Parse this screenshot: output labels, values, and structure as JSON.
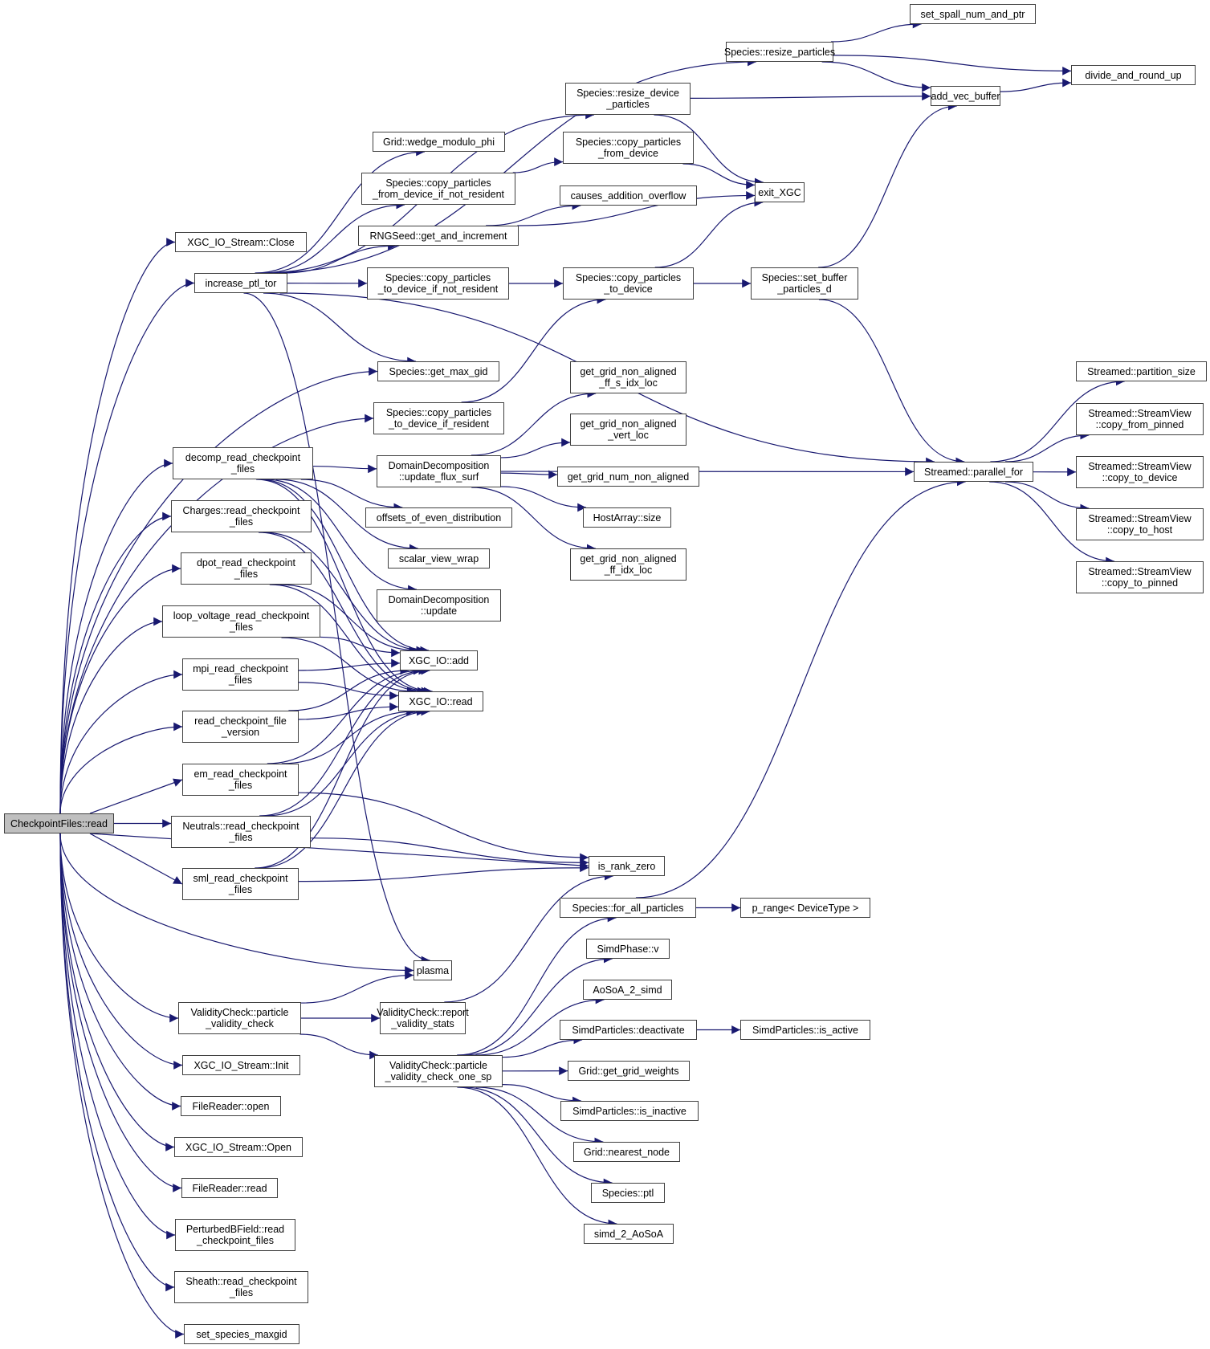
{
  "title": "CheckpointFiles::read call graph",
  "edge_color": "#191970",
  "root_fill": "#bfbfbf",
  "nodes": {
    "root": {
      "lines": [
        "CheckpointFiles::read"
      ],
      "root": true
    },
    "xgc_close": {
      "lines": [
        "XGC_IO_Stream::Close"
      ]
    },
    "increase_ptl_tor": {
      "lines": [
        "increase_ptl_tor"
      ]
    },
    "set_spall": {
      "lines": [
        "set_spall_num_and_ptr"
      ]
    },
    "resize_particles": {
      "lines": [
        "Species::resize_particles"
      ]
    },
    "divide_round": {
      "lines": [
        "divide_and_round_up"
      ]
    },
    "resize_device": {
      "lines": [
        "Species::resize_device",
        "_particles"
      ]
    },
    "add_vec_buffer": {
      "lines": [
        "add_vec_buffer"
      ]
    },
    "wedge_modulo": {
      "lines": [
        "Grid::wedge_modulo_phi"
      ]
    },
    "cp_from_dev_inr": {
      "lines": [
        "Species::copy_particles",
        "_from_device_if_not_resident"
      ]
    },
    "cp_from_dev": {
      "lines": [
        "Species::copy_particles",
        "_from_device"
      ]
    },
    "exit_xgc": {
      "lines": [
        "exit_XGC"
      ]
    },
    "causes_overflow": {
      "lines": [
        "causes_addition_overflow"
      ]
    },
    "rng_seed": {
      "lines": [
        "RNGSeed::get_and_increment"
      ]
    },
    "cp_to_dev_inr": {
      "lines": [
        "Species::copy_particles",
        "_to_device_if_not_resident"
      ]
    },
    "cp_to_dev": {
      "lines": [
        "Species::copy_particles",
        "_to_device"
      ]
    },
    "set_buffer": {
      "lines": [
        "Species::set_buffer",
        "_particles_d"
      ]
    },
    "get_max_gid": {
      "lines": [
        "Species::get_max_gid"
      ]
    },
    "cp_to_dev_ir": {
      "lines": [
        "Species::copy_particles",
        "_to_device_if_resident"
      ]
    },
    "partition_size": {
      "lines": [
        "Streamed::partition_size"
      ]
    },
    "sv_from_pinned": {
      "lines": [
        "Streamed::StreamView",
        "::copy_from_pinned"
      ]
    },
    "parallel_for": {
      "lines": [
        "Streamed::parallel_for"
      ]
    },
    "sv_to_device": {
      "lines": [
        "Streamed::StreamView",
        "::copy_to_device"
      ]
    },
    "sv_to_host": {
      "lines": [
        "Streamed::StreamView",
        "::copy_to_host"
      ]
    },
    "sv_to_pinned": {
      "lines": [
        "Streamed::StreamView",
        "::copy_to_pinned"
      ]
    },
    "gna_ff_s": {
      "lines": [
        "get_grid_non_aligned",
        "_ff_s_idx_loc"
      ]
    },
    "gna_vert": {
      "lines": [
        "get_grid_non_aligned",
        "_vert_loc"
      ]
    },
    "decomp_read": {
      "lines": [
        "decomp_read_checkpoint",
        "_files"
      ]
    },
    "dd_update_flux": {
      "lines": [
        "DomainDecomposition",
        "::update_flux_surf"
      ]
    },
    "grid_num_na": {
      "lines": [
        "get_grid_num_non_aligned"
      ]
    },
    "charges_read": {
      "lines": [
        "Charges::read_checkpoint",
        "_files"
      ]
    },
    "offsets_even": {
      "lines": [
        "offsets_of_even_distribution"
      ]
    },
    "host_size": {
      "lines": [
        "HostArray::size"
      ]
    },
    "scalar_view": {
      "lines": [
        "scalar_view_wrap"
      ]
    },
    "gna_ff_idx": {
      "lines": [
        "get_grid_non_aligned",
        "_ff_idx_loc"
      ]
    },
    "dpot_read": {
      "lines": [
        "dpot_read_checkpoint",
        "_files"
      ]
    },
    "dd_update": {
      "lines": [
        "DomainDecomposition",
        "::update"
      ]
    },
    "loop_voltage": {
      "lines": [
        "loop_voltage_read_checkpoint",
        "_files"
      ]
    },
    "xgc_add": {
      "lines": [
        "XGC_IO::add"
      ]
    },
    "mpi_read": {
      "lines": [
        "mpi_read_checkpoint",
        "_files"
      ]
    },
    "xgc_read": {
      "lines": [
        "XGC_IO::read"
      ]
    },
    "read_version": {
      "lines": [
        "read_checkpoint_file",
        "_version"
      ]
    },
    "em_read": {
      "lines": [
        "em_read_checkpoint",
        "_files"
      ]
    },
    "neutrals_read": {
      "lines": [
        "Neutrals::read_checkpoint",
        "_files"
      ]
    },
    "is_rank_zero": {
      "lines": [
        "is_rank_zero"
      ]
    },
    "sml_read": {
      "lines": [
        "sml_read_checkpoint",
        "_files"
      ]
    },
    "for_all_particles": {
      "lines": [
        "Species::for_all_particles"
      ]
    },
    "p_range": {
      "lines": [
        "p_range< DeviceType >"
      ]
    },
    "simdphase_v": {
      "lines": [
        "SimdPhase::v"
      ]
    },
    "plasma": {
      "lines": [
        "plasma"
      ]
    },
    "aosoa_2_simd": {
      "lines": [
        "AoSoA_2_simd"
      ]
    },
    "vc_particle": {
      "lines": [
        "ValidityCheck::particle",
        "_validity_check"
      ]
    },
    "vc_report": {
      "lines": [
        "ValidityCheck::report",
        "_validity_stats"
      ]
    },
    "simd_deactivate": {
      "lines": [
        "SimdParticles::deactivate"
      ]
    },
    "simd_is_active": {
      "lines": [
        "SimdParticles::is_active"
      ]
    },
    "xgc_init": {
      "lines": [
        "XGC_IO_Stream::Init"
      ]
    },
    "vc_one_sp": {
      "lines": [
        "ValidityCheck::particle",
        "_validity_check_one_sp"
      ]
    },
    "grid_weights": {
      "lines": [
        "Grid::get_grid_weights"
      ]
    },
    "file_open": {
      "lines": [
        "FileReader::open"
      ]
    },
    "simd_is_inactive": {
      "lines": [
        "SimdParticles::is_inactive"
      ]
    },
    "xgc_open": {
      "lines": [
        "XGC_IO_Stream::Open"
      ]
    },
    "nearest_node": {
      "lines": [
        "Grid::nearest_node"
      ]
    },
    "file_read": {
      "lines": [
        "FileReader::read"
      ]
    },
    "species_ptl": {
      "lines": [
        "Species::ptl"
      ]
    },
    "perturbed_read": {
      "lines": [
        "PerturbedBField::read",
        "_checkpoint_files"
      ]
    },
    "simd_2_aosoa": {
      "lines": [
        "simd_2_AoSoA"
      ]
    },
    "sheath_read": {
      "lines": [
        "Sheath::read_checkpoint",
        "_files"
      ]
    },
    "set_maxgid": {
      "lines": [
        "set_species_maxgid"
      ]
    }
  },
  "edges": [
    [
      "root",
      "xgc_close"
    ],
    [
      "root",
      "increase_ptl_tor"
    ],
    [
      "root",
      "get_max_gid"
    ],
    [
      "root",
      "cp_to_dev_ir"
    ],
    [
      "root",
      "decomp_read"
    ],
    [
      "root",
      "charges_read"
    ],
    [
      "root",
      "dpot_read"
    ],
    [
      "root",
      "loop_voltage"
    ],
    [
      "root",
      "mpi_read"
    ],
    [
      "root",
      "read_version"
    ],
    [
      "root",
      "em_read"
    ],
    [
      "root",
      "neutrals_read"
    ],
    [
      "root",
      "sml_read"
    ],
    [
      "root",
      "is_rank_zero"
    ],
    [
      "root",
      "plasma"
    ],
    [
      "root",
      "vc_particle"
    ],
    [
      "root",
      "xgc_init"
    ],
    [
      "root",
      "file_open"
    ],
    [
      "root",
      "xgc_open"
    ],
    [
      "root",
      "file_read"
    ],
    [
      "root",
      "perturbed_read"
    ],
    [
      "root",
      "sheath_read"
    ],
    [
      "root",
      "set_maxgid"
    ],
    [
      "increase_ptl_tor",
      "resize_particles"
    ],
    [
      "increase_ptl_tor",
      "resize_device"
    ],
    [
      "increase_ptl_tor",
      "wedge_modulo"
    ],
    [
      "increase_ptl_tor",
      "cp_from_dev_inr"
    ],
    [
      "increase_ptl_tor",
      "rng_seed"
    ],
    [
      "increase_ptl_tor",
      "cp_to_dev_inr"
    ],
    [
      "increase_ptl_tor",
      "get_max_gid"
    ],
    [
      "increase_ptl_tor",
      "parallel_for"
    ],
    [
      "increase_ptl_tor",
      "plasma"
    ],
    [
      "resize_particles",
      "set_spall"
    ],
    [
      "resize_particles",
      "divide_round"
    ],
    [
      "resize_particles",
      "add_vec_buffer"
    ],
    [
      "resize_device",
      "add_vec_buffer"
    ],
    [
      "resize_device",
      "exit_xgc"
    ],
    [
      "add_vec_buffer",
      "divide_round"
    ],
    [
      "cp_from_dev_inr",
      "cp_from_dev"
    ],
    [
      "cp_from_dev",
      "exit_xgc"
    ],
    [
      "rng_seed",
      "causes_overflow"
    ],
    [
      "rng_seed",
      "exit_xgc"
    ],
    [
      "cp_to_dev_inr",
      "cp_to_dev"
    ],
    [
      "cp_to_dev",
      "exit_xgc"
    ],
    [
      "cp_to_dev",
      "set_buffer"
    ],
    [
      "set_buffer",
      "add_vec_buffer"
    ],
    [
      "set_buffer",
      "parallel_for"
    ],
    [
      "cp_to_dev_ir",
      "cp_to_dev"
    ],
    [
      "parallel_for",
      "partition_size"
    ],
    [
      "parallel_for",
      "sv_from_pinned"
    ],
    [
      "parallel_for",
      "sv_to_device"
    ],
    [
      "parallel_for",
      "sv_to_host"
    ],
    [
      "parallel_for",
      "sv_to_pinned"
    ],
    [
      "decomp_read",
      "dd_update_flux"
    ],
    [
      "decomp_read",
      "offsets_even"
    ],
    [
      "decomp_read",
      "scalar_view"
    ],
    [
      "decomp_read",
      "dd_update"
    ],
    [
      "decomp_read",
      "xgc_add"
    ],
    [
      "decomp_read",
      "xgc_read"
    ],
    [
      "dd_update_flux",
      "gna_ff_s"
    ],
    [
      "dd_update_flux",
      "gna_vert"
    ],
    [
      "dd_update_flux",
      "grid_num_na"
    ],
    [
      "dd_update_flux",
      "host_size"
    ],
    [
      "dd_update_flux",
      "gna_ff_idx"
    ],
    [
      "dd_update_flux",
      "parallel_for"
    ],
    [
      "charges_read",
      "xgc_add"
    ],
    [
      "charges_read",
      "xgc_read"
    ],
    [
      "dpot_read",
      "xgc_add"
    ],
    [
      "dpot_read",
      "xgc_read"
    ],
    [
      "loop_voltage",
      "xgc_add"
    ],
    [
      "loop_voltage",
      "xgc_read"
    ],
    [
      "mpi_read",
      "xgc_add"
    ],
    [
      "mpi_read",
      "xgc_read"
    ],
    [
      "read_version",
      "xgc_add"
    ],
    [
      "read_version",
      "xgc_read"
    ],
    [
      "em_read",
      "xgc_add"
    ],
    [
      "em_read",
      "xgc_read"
    ],
    [
      "em_read",
      "is_rank_zero"
    ],
    [
      "neutrals_read",
      "xgc_add"
    ],
    [
      "neutrals_read",
      "xgc_read"
    ],
    [
      "neutrals_read",
      "is_rank_zero"
    ],
    [
      "sml_read",
      "xgc_add"
    ],
    [
      "sml_read",
      "xgc_read"
    ],
    [
      "sml_read",
      "is_rank_zero"
    ],
    [
      "vc_particle",
      "plasma"
    ],
    [
      "vc_particle",
      "vc_report"
    ],
    [
      "vc_particle",
      "vc_one_sp"
    ],
    [
      "vc_report",
      "is_rank_zero"
    ],
    [
      "vc_one_sp",
      "for_all_particles"
    ],
    [
      "vc_one_sp",
      "simdphase_v"
    ],
    [
      "vc_one_sp",
      "aosoa_2_simd"
    ],
    [
      "vc_one_sp",
      "simd_deactivate"
    ],
    [
      "vc_one_sp",
      "grid_weights"
    ],
    [
      "vc_one_sp",
      "simd_is_inactive"
    ],
    [
      "vc_one_sp",
      "nearest_node"
    ],
    [
      "vc_one_sp",
      "species_ptl"
    ],
    [
      "vc_one_sp",
      "simd_2_aosoa"
    ],
    [
      "for_all_particles",
      "p_range"
    ],
    [
      "for_all_particles",
      "parallel_for"
    ],
    [
      "simd_deactivate",
      "simd_is_active"
    ]
  ]
}
